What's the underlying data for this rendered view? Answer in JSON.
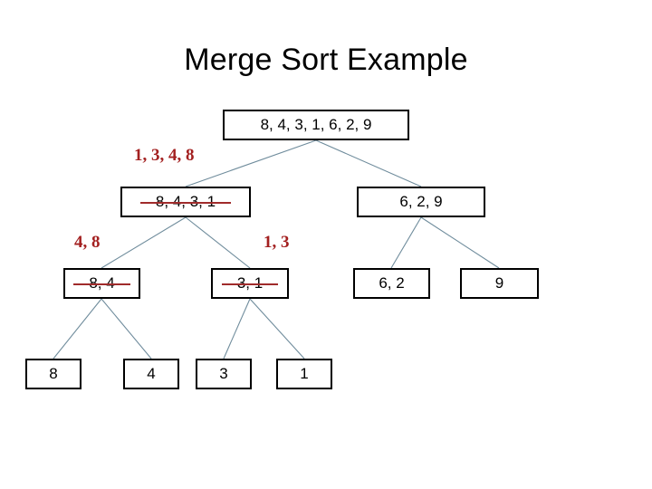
{
  "slide": {
    "title": "Merge Sort Example",
    "background_color": "#FFFFFF",
    "box_border_color": "#000000",
    "edge_color": "#6F8C9C",
    "annotation_color": "#A32020",
    "strike_color": "#A02B2B"
  },
  "tree": {
    "levels": [
      {
        "level": 1,
        "nodes": [
          {
            "id": "root",
            "label": "8, 4, 3, 1, 6, 2, 9",
            "struck": false
          }
        ]
      },
      {
        "level": 2,
        "nodes": [
          {
            "id": "l2a",
            "label": "8, 4, 3, 1",
            "struck": true
          },
          {
            "id": "l2b",
            "label": "6, 2, 9",
            "struck": false
          }
        ]
      },
      {
        "level": 3,
        "nodes": [
          {
            "id": "l3a",
            "label": "8, 4",
            "struck": true
          },
          {
            "id": "l3b",
            "label": "3, 1",
            "struck": true
          },
          {
            "id": "l3c",
            "label": "6, 2",
            "struck": false
          },
          {
            "id": "l3d",
            "label": "9",
            "struck": false
          }
        ]
      },
      {
        "level": 4,
        "nodes": [
          {
            "id": "l4a",
            "label": "8",
            "struck": false
          },
          {
            "id": "l4b",
            "label": "4",
            "struck": false
          },
          {
            "id": "l4c",
            "label": "3",
            "struck": false
          },
          {
            "id": "l4d",
            "label": "1",
            "struck": false
          }
        ]
      }
    ]
  },
  "annotations": [
    {
      "id": "merged-root",
      "label": "1, 3, 4, 8"
    },
    {
      "id": "merged-left",
      "label": "4, 8"
    },
    {
      "id": "merged-right",
      "label": "1, 3"
    }
  ]
}
